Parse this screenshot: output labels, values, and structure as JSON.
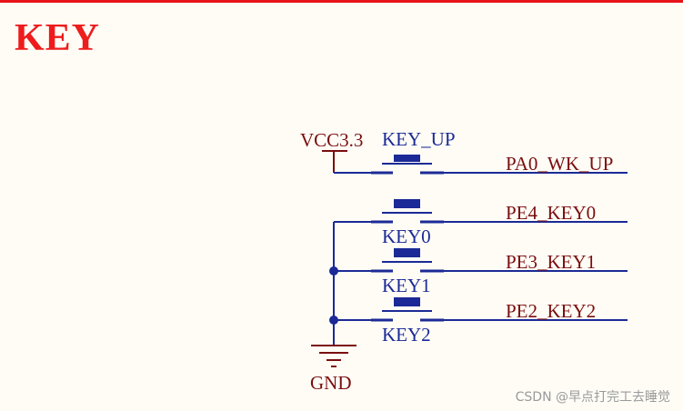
{
  "title": "KEY",
  "colors": {
    "rule": "#e8141b",
    "title": "#ee1c1c",
    "wire": "#1b2a96",
    "power": "#7a0e0e",
    "label": "#7a0e0e",
    "switch_label": "#1b2a96",
    "background": "#fffcf6"
  },
  "power": {
    "label": "VCC3.3"
  },
  "ground": {
    "label": "GND"
  },
  "keys": [
    {
      "ref": "KEY_UP",
      "net": "PA0_WK_UP"
    },
    {
      "ref": "KEY0",
      "net": "PE4_KEY0"
    },
    {
      "ref": "KEY1",
      "net": "PE3_KEY1"
    },
    {
      "ref": "KEY2",
      "net": "PE2_KEY2"
    }
  ],
  "watermark": "CSDN @早点打完工去睡觉"
}
